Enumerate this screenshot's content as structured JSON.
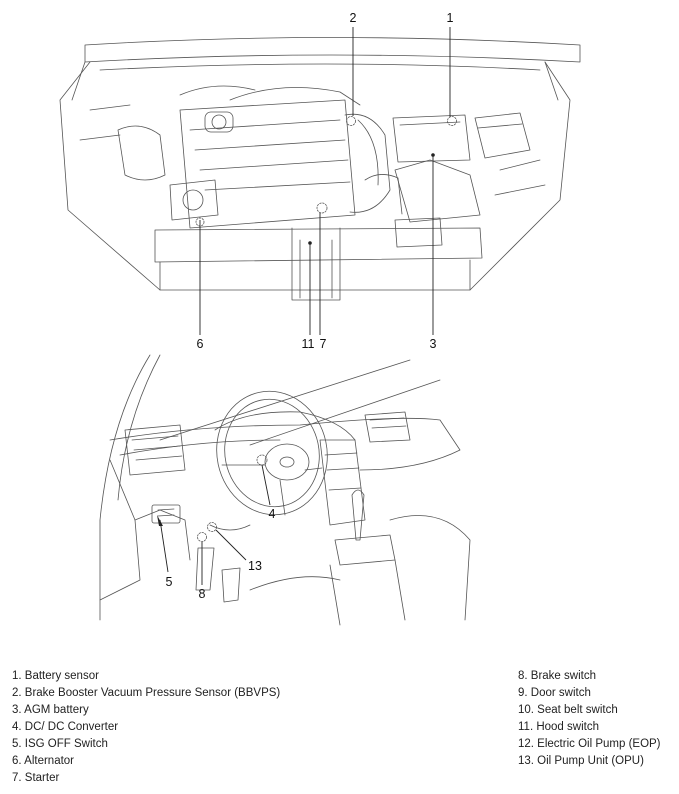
{
  "callouts": {
    "top": {
      "c1": "1",
      "c2": "2",
      "c3": "3",
      "c6": "6",
      "c11": "11",
      "c7": "7"
    },
    "bottom": {
      "c4": "4",
      "c5": "5",
      "c8": "8",
      "c13": "13"
    }
  },
  "legend": {
    "left": [
      "1. Battery sensor",
      "2. Brake Booster Vacuum Pressure Sensor (BBVPS)",
      "3. AGM battery",
      "4. DC/ DC Converter",
      "5. ISG OFF Switch",
      "6. Alternator",
      "7. Starter"
    ],
    "right": [
      "8. Brake switch",
      "9. Door switch",
      "10. Seat belt switch",
      "11. Hood switch",
      "12. Electric Oil Pump (EOP)",
      "13. Oil Pump Unit (OPU)"
    ]
  }
}
